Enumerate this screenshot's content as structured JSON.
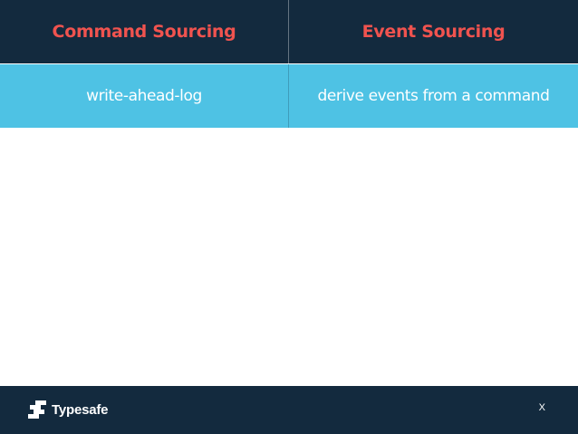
{
  "table": {
    "headers": [
      "Command Sourcing",
      "Event Sourcing"
    ],
    "rows": [
      [
        "write-ahead-log",
        "derive events from a command"
      ]
    ]
  },
  "footer": {
    "logo_icon": "typesafe-logo-icon",
    "brand": "Typesafe",
    "page_number": "X"
  },
  "colors": {
    "header_bg": "#132a3e",
    "header_text": "#f0534f",
    "row_bg": "#4ec2e4",
    "row_text": "#ffffff",
    "footer_bg": "#132a3e"
  }
}
